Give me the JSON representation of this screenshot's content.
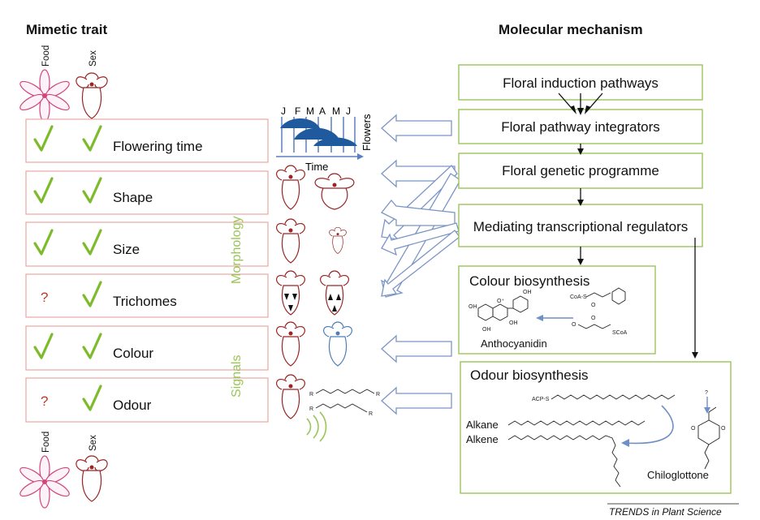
{
  "headings": {
    "left": "Mimetic trait",
    "right": "Molecular mechanism"
  },
  "columns": {
    "food": "Food",
    "sex": "Sex"
  },
  "traits": [
    {
      "label": "Flowering time",
      "food": "check",
      "sex": "check"
    },
    {
      "label": "Shape",
      "food": "check",
      "sex": "check"
    },
    {
      "label": "Size",
      "food": "check",
      "sex": "check"
    },
    {
      "label": "Trichomes",
      "food": "?",
      "sex": "check"
    },
    {
      "label": "Colour",
      "food": "check",
      "sex": "check"
    },
    {
      "label": "Odour",
      "food": "?",
      "sex": "check"
    }
  ],
  "groups": {
    "morphology": "Morphology",
    "signals": "Signals"
  },
  "timeline": {
    "months": [
      "J",
      "F",
      "M",
      "A",
      "M",
      "J"
    ],
    "x_label": "Time",
    "y_label": "Flowers"
  },
  "mechanism": {
    "boxes": [
      "Floral induction pathways",
      "Floral pathway integrators",
      "Floral genetic programme",
      "Mediating transcriptional regulators"
    ],
    "colour": {
      "title": "Colour biosynthesis",
      "product": "Anthocyanidin",
      "atoms": {
        "oh1": "OH",
        "oh2": "OH",
        "oh3": "OH",
        "oh4": "OH",
        "oplus": "O⁺",
        "coas": "CoA-S",
        "o": "O",
        "scoa": "SCoA",
        "o2": "O",
        "o3": "O"
      }
    },
    "odour": {
      "title": "Odour biosynthesis",
      "acp": "ACP-S",
      "alkane": "Alkane",
      "alkene": "Alkene",
      "chiloglottone": "Chiloglottone",
      "question": "?",
      "o1": "O",
      "o2": "O"
    }
  },
  "odour_chain_labels": [
    "R",
    "R",
    "R",
    "R"
  ],
  "credit": "TRENDS in Plant Science",
  "colors": {
    "trait_border": "#e8a7a3",
    "check_green": "#7dbb2c",
    "mechanism_border": "#9bc55a",
    "arrow_blue": "#7b95c6",
    "flower_red": "#9b2424",
    "flower_blue": "#4d7fb7",
    "food_pink": "#d0457b"
  }
}
